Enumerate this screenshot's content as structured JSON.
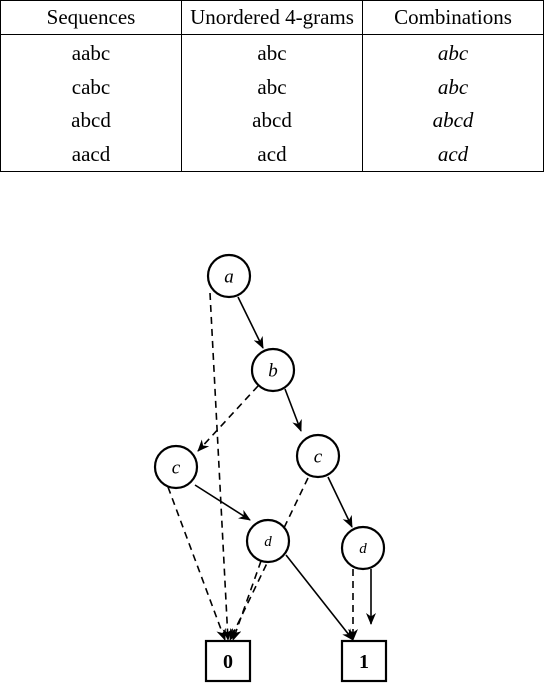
{
  "table": {
    "headers": [
      "Sequences",
      "Unordered 4-grams",
      "Combinations"
    ],
    "rows": [
      [
        "aabc",
        "abc",
        "abc"
      ],
      [
        "cabc",
        "abc",
        "abc"
      ],
      [
        "abcd",
        "abcd",
        "abcd"
      ],
      [
        "aacd",
        "acd",
        "acd"
      ]
    ]
  },
  "diagram": {
    "nodes": {
      "a": {
        "label": "a"
      },
      "b": {
        "label": "b"
      },
      "c1": {
        "label": "c"
      },
      "c2": {
        "label": "c"
      },
      "d1": {
        "label": "d"
      },
      "d2": {
        "label": "d"
      },
      "zero": {
        "label": "0"
      },
      "one": {
        "label": "1"
      }
    },
    "edges": [
      {
        "from": "a",
        "to": "b",
        "style": "solid"
      },
      {
        "from": "a",
        "to": "zero",
        "style": "dashed"
      },
      {
        "from": "b",
        "to": "c2",
        "style": "solid"
      },
      {
        "from": "b",
        "to": "c1",
        "style": "dashed"
      },
      {
        "from": "c1",
        "to": "d1",
        "style": "solid"
      },
      {
        "from": "c1",
        "to": "zero",
        "style": "dashed"
      },
      {
        "from": "c2",
        "to": "d2",
        "style": "solid"
      },
      {
        "from": "c2",
        "to": "zero",
        "style": "dashed"
      },
      {
        "from": "d1",
        "to": "one",
        "style": "solid"
      },
      {
        "from": "d1",
        "to": "zero",
        "style": "dashed"
      },
      {
        "from": "d2",
        "to": "one",
        "style": "solid"
      },
      {
        "from": "d2",
        "to": "one",
        "style": "dashed"
      }
    ]
  }
}
